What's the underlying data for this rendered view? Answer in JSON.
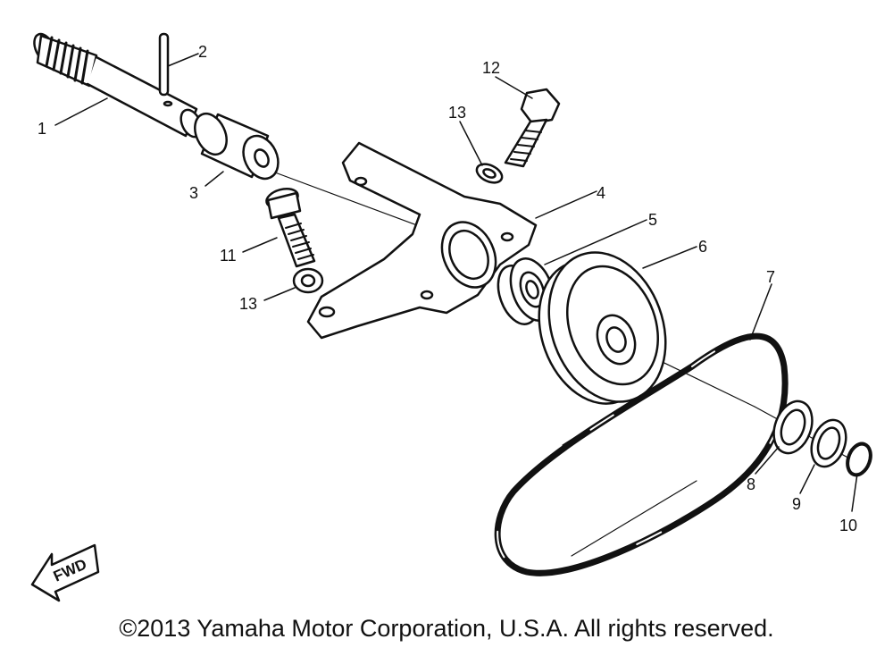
{
  "parts": [
    {
      "number": "1"
    },
    {
      "number": "2"
    },
    {
      "number": "3"
    },
    {
      "number": "4"
    },
    {
      "number": "5"
    },
    {
      "number": "6"
    },
    {
      "number": "7"
    },
    {
      "number": "8"
    },
    {
      "number": "9"
    },
    {
      "number": "10"
    },
    {
      "number": "11"
    },
    {
      "number": "12"
    },
    {
      "number": "13"
    },
    {
      "number": "13"
    }
  ],
  "fwd_label": "FWD",
  "copyright": "©2013 Yamaha Motor Corporation, U.S.A. All rights reserved.",
  "colors": {
    "line": "#111111",
    "background": "#ffffff"
  }
}
